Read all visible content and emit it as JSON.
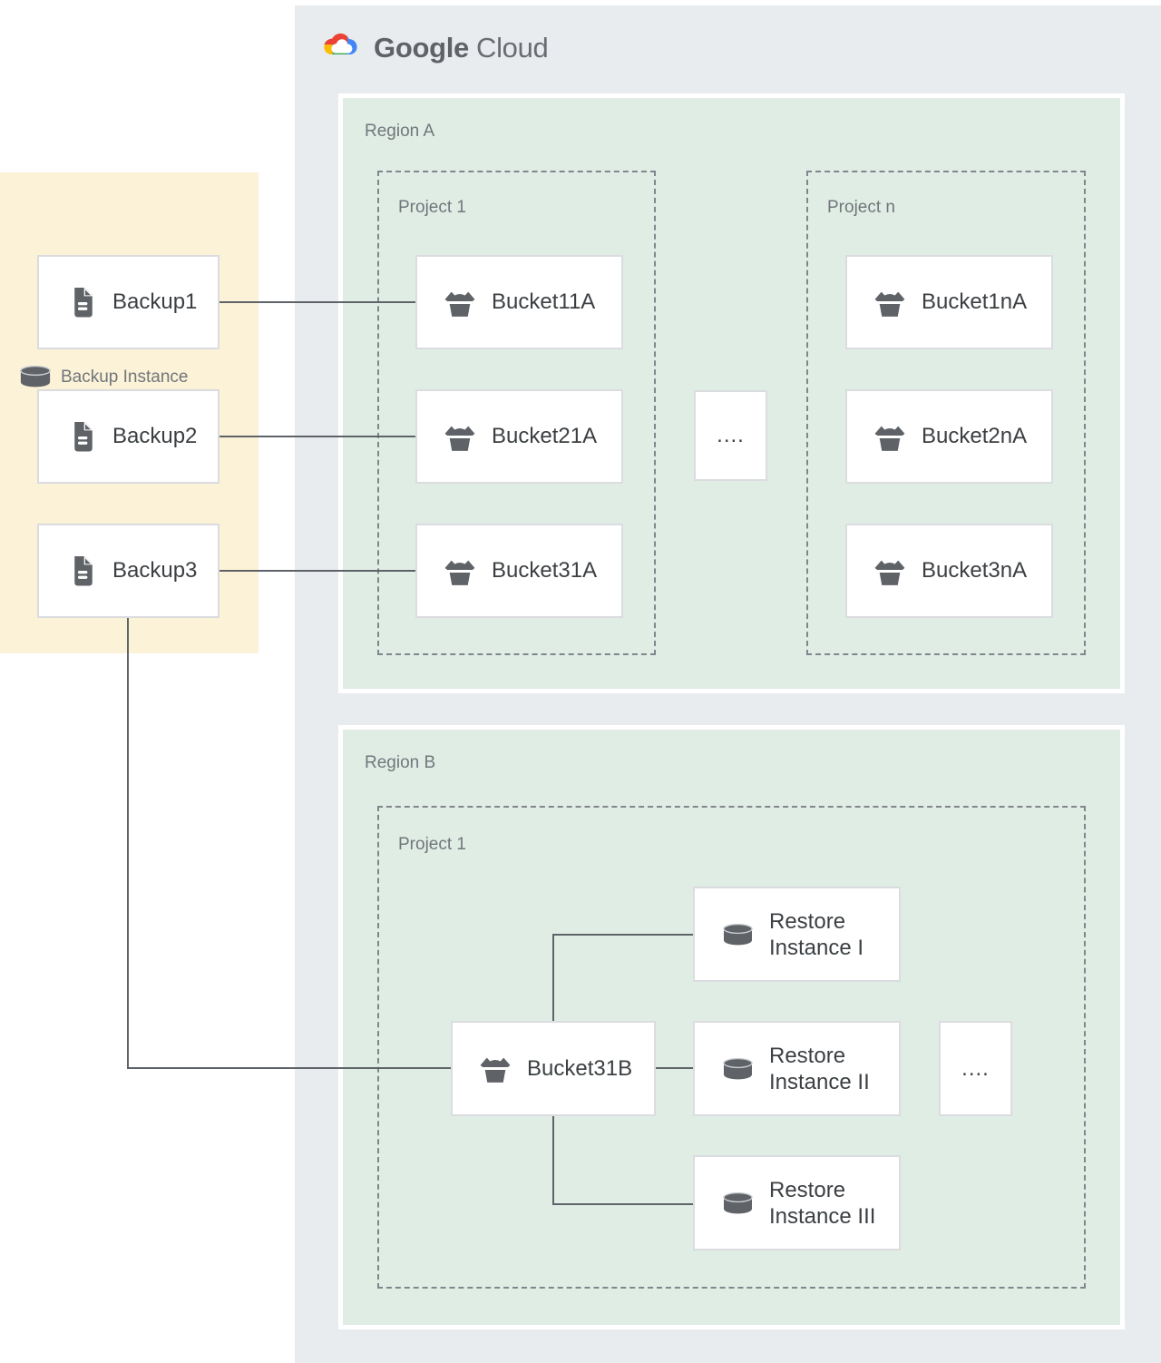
{
  "colors": {
    "panel_gray": "#E9ECEF",
    "region_green": "#E0EDE5",
    "legend_yellow": "#FBF2D7",
    "card_border": "#DADCE0",
    "connector_gray": "#5F6368",
    "icon_gray": "#5F6368",
    "label_gray": "#71767B",
    "text_dark": "#3C4043",
    "logo_red": "#EA4335",
    "logo_blue": "#4285F4",
    "logo_yellow": "#FBBC05",
    "logo_green": "#34A853"
  },
  "logo": {
    "word1": "Google",
    "word2": "Cloud"
  },
  "legend": {
    "title": "Backup Instance"
  },
  "backups": [
    {
      "label": "Backup1"
    },
    {
      "label": "Backup2"
    },
    {
      "label": "Backup3"
    }
  ],
  "region_a": {
    "label": "Region A",
    "project1": {
      "label": "Project 1",
      "buckets": [
        {
          "label": "Bucket11A"
        },
        {
          "label": "Bucket21A"
        },
        {
          "label": "Bucket31A"
        }
      ]
    },
    "ellipsis": "....",
    "project_n": {
      "label": "Project n",
      "buckets": [
        {
          "label": "Bucket1nA"
        },
        {
          "label": "Bucket2nA"
        },
        {
          "label": "Bucket3nA"
        }
      ]
    }
  },
  "region_b": {
    "label": "Region B",
    "project1": {
      "label": "Project 1",
      "bucket": {
        "label": "Bucket31B"
      },
      "restores": [
        {
          "line1": "Restore",
          "line2": "Instance I"
        },
        {
          "line1": "Restore",
          "line2": "Instance II"
        },
        {
          "line1": "Restore",
          "line2": "Instance III"
        }
      ],
      "ellipsis": "...."
    }
  }
}
